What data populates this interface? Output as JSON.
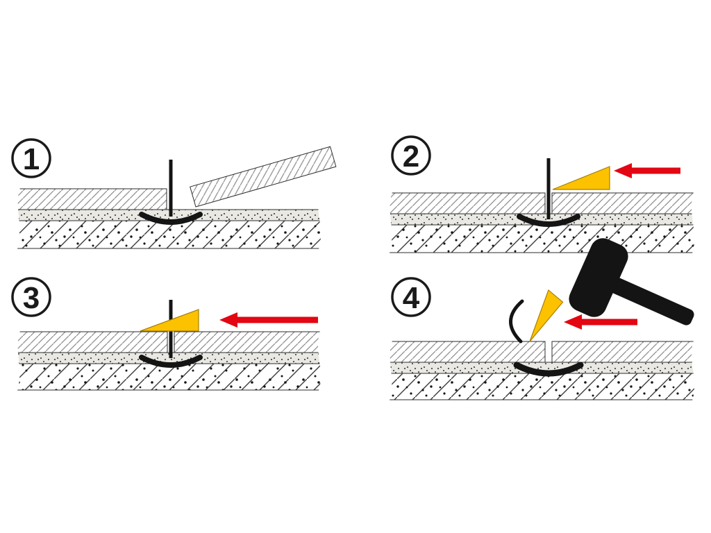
{
  "figure": {
    "type": "instructional-diagram",
    "subject": "tile-leveling-clip-and-wedge-installation",
    "steps": [
      {
        "label": "1"
      },
      {
        "label": "2"
      },
      {
        "label": "3"
      },
      {
        "label": "4"
      }
    ],
    "colors": {
      "background": "#ffffff",
      "outline": "#1a1a1a",
      "layer_stroke": "#2b2b2b",
      "tool_black": "#141414",
      "wedge_fill": "#fcc200",
      "wedge_stroke": "#a87f00",
      "arrow_red": "#e30613",
      "mortar_fill": "#e9e8e3",
      "mortar_dot": "#4a4a4a",
      "hatch_line": "#8f8f8f",
      "substrate_line": "#3c3c3c",
      "substrate_dot": "#161616"
    }
  }
}
